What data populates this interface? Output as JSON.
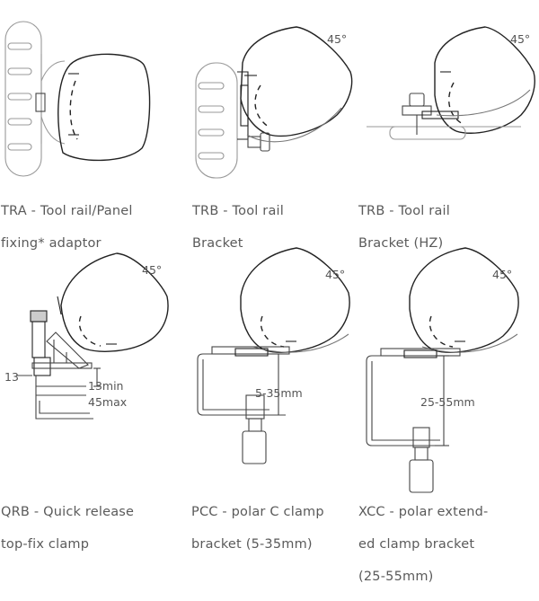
{
  "angle_label": "45°",
  "items": [
    {
      "caption": [
        "TRA - Tool rail/Panel",
        "fixing* adaptor"
      ]
    },
    {
      "caption": [
        "TRB - Tool rail",
        "Bracket"
      ]
    },
    {
      "caption": [
        "TRB - Tool rail",
        "Bracket (HZ)"
      ]
    },
    {
      "caption": [
        "QRB - Quick release",
        "top-fix clamp"
      ],
      "dims": [
        "13",
        "13min",
        "45max"
      ]
    },
    {
      "caption": [
        "PCC - polar C clamp",
        "bracket (5-35mm)"
      ],
      "dims": [
        "5-35mm"
      ]
    },
    {
      "caption": [
        "XCC - polar extend-",
        "ed clamp bracket",
        "(25-55mm)"
      ],
      "dims": [
        "25-55mm"
      ]
    }
  ]
}
